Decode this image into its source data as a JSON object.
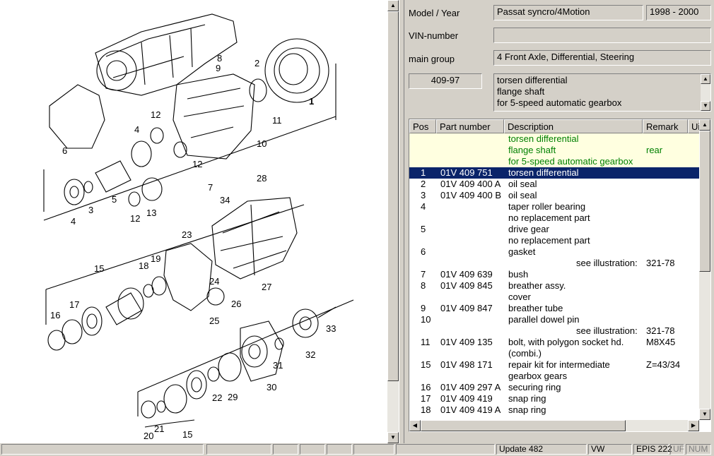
{
  "header": {
    "model_label": "Model / Year",
    "model_value": "Passat syncro/4Motion",
    "year_value": "1998 - 2000",
    "vin_label": "VIN-number",
    "vin_value": "",
    "group_label": "main group",
    "group_value": "4   Front Axle, Differential, Steering",
    "illustration_code": "409-97",
    "illustration_desc": [
      "torsen differential",
      "flange shaft",
      "for 5-speed automatic gearbox"
    ]
  },
  "table": {
    "columns": [
      "Pos",
      "Part number",
      "Description",
      "Remark",
      "Ui"
    ],
    "header_rows": [
      {
        "desc": "torsen differential",
        "remark": ""
      },
      {
        "desc": "flange shaft",
        "remark": "rear"
      },
      {
        "desc": "for 5-speed automatic gearbox",
        "remark": ""
      }
    ],
    "rows": [
      {
        "pos": "1",
        "part": "01V 409 751",
        "desc": "torsen differential",
        "remark": "",
        "selected": true
      },
      {
        "pos": "2",
        "part": "01V 409 400 A",
        "desc": "oil seal",
        "remark": ""
      },
      {
        "pos": "3",
        "part": "01V 409 400 B",
        "desc": "oil seal",
        "remark": ""
      },
      {
        "pos": "4",
        "part": "",
        "desc": "taper roller bearing",
        "remark": ""
      },
      {
        "pos": "",
        "part": "",
        "desc": "no replacement part",
        "remark": ""
      },
      {
        "pos": "5",
        "part": "",
        "desc": "drive gear",
        "remark": ""
      },
      {
        "pos": "",
        "part": "",
        "desc": "no replacement part",
        "remark": ""
      },
      {
        "pos": "6",
        "part": "",
        "desc": "gasket",
        "remark": ""
      },
      {
        "pos": "",
        "part": "",
        "see": "see illustration:",
        "remark": "321-78"
      },
      {
        "pos": "7",
        "part": "01V 409 639",
        "desc": "bush",
        "remark": ""
      },
      {
        "pos": "8",
        "part": "01V 409 845",
        "desc": "breather assy.",
        "remark": ""
      },
      {
        "pos": "",
        "part": "",
        "desc": "cover",
        "remark": ""
      },
      {
        "pos": "9",
        "part": "01V 409 847",
        "desc": "breather tube",
        "remark": ""
      },
      {
        "pos": "10",
        "part": "",
        "desc": "parallel dowel pin",
        "remark": ""
      },
      {
        "pos": "",
        "part": "",
        "see": "see illustration:",
        "remark": "321-78"
      },
      {
        "pos": "11",
        "part": "01V 409 135",
        "desc": "bolt, with polygon socket hd.",
        "remark": "M8X45"
      },
      {
        "pos": "",
        "part": "",
        "desc": "(combi.)",
        "remark": ""
      },
      {
        "pos": "15",
        "part": "01V 498 171",
        "desc": "repair kit for intermediate",
        "remark": "Z=43/34"
      },
      {
        "pos": "",
        "part": "",
        "desc": "gearbox gears",
        "remark": ""
      },
      {
        "pos": "16",
        "part": "01V 409 297 A",
        "desc": "securing ring",
        "remark": ""
      },
      {
        "pos": "17",
        "part": "01V 409 419",
        "desc": "snap ring",
        "remark": ""
      },
      {
        "pos": "18",
        "part": "01V 409 419 A",
        "desc": "snap ring",
        "remark": ""
      }
    ]
  },
  "diagram": {
    "callouts": [
      "1",
      "2",
      "3",
      "4",
      "4",
      "5",
      "6",
      "7",
      "8",
      "9",
      "10",
      "11",
      "12",
      "12",
      "12",
      "13",
      "15",
      "15",
      "16",
      "17",
      "18",
      "19",
      "20",
      "21",
      "22",
      "23",
      "24",
      "25",
      "26",
      "27",
      "28",
      "29",
      "30",
      "31",
      "32",
      "33",
      "34"
    ]
  },
  "status": {
    "update": "Update 482",
    "brand": "VW",
    "epis": "EPIS 222",
    "uf": "UF",
    "num": "NUM"
  },
  "colors": {
    "selection": "#0a246a",
    "header_row_bg": "#ffffe0",
    "header_row_text": "#008000",
    "face": "#d4d0c8"
  }
}
